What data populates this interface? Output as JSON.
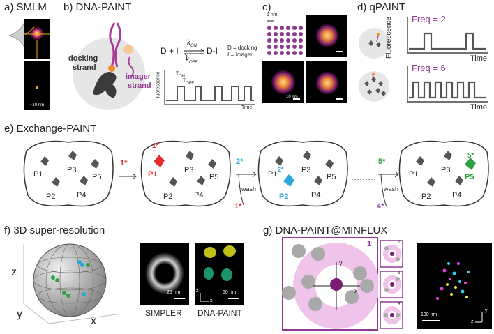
{
  "panels": {
    "a": {
      "title": "a) SMLM",
      "scale_label": "~10 nm"
    },
    "b": {
      "title": "b) DNA-PAINT",
      "docking_label_1": "docking",
      "docking_label_2": "strand",
      "imager_label_1": "imager",
      "imager_label_2": "strand",
      "reaction_left": "D + I",
      "reaction_right": "D-I",
      "k_on": "k",
      "k_on_sub": "ON",
      "k_off": "k",
      "k_off_sub": "OFF",
      "legend_d": "D = docking",
      "legend_i": "I =  imager",
      "tau_on": "τ",
      "tau_on_sub": "ON",
      "tau_off": "τ",
      "tau_off_sub": "OFF",
      "y_axis": "Fluorescence",
      "x_axis": "Time"
    },
    "c": {
      "title": "c)",
      "scale_top": "5 nm",
      "scale_bottom": "10 nm"
    },
    "d": {
      "title": "d) qPAINT",
      "freq_top": "Freq = 2",
      "freq_bottom": "Freq = 6",
      "y_axis": "Fluorescence",
      "x_axis_top": "Time",
      "x_axis_bottom": "Time"
    },
    "e": {
      "title": "e) Exchange-PAINT",
      "site_labels": [
        "P1",
        "P2",
        "P3",
        "P4",
        "P5"
      ],
      "site_numbers": [
        "1",
        "2",
        "3",
        "4",
        "5"
      ],
      "imager_1": "1*",
      "imager_2": "2*",
      "imager_4": "4*",
      "imager_5": "5*",
      "wash": "wash"
    },
    "f": {
      "title": "f)   3D super-resolution",
      "axis_z": "z",
      "axis_y": "y",
      "axis_x": "x",
      "simpler_label": "SIMPLER",
      "dnapaint_label": "DNA-PAINT",
      "scale_simpler": "25 nm",
      "scale_dnapaint": "50 nm",
      "inset_z": "z",
      "inset_x": "x"
    },
    "g": {
      "title": "g) DNA-PAINT@MINFLUX",
      "big_number": "1",
      "axis_y": "y",
      "axis_x": "x",
      "inset_numbers": [
        "2",
        "3",
        "4"
      ],
      "scale": "100 nm",
      "axis_y2": "y",
      "axis_z2": "z"
    }
  },
  "colors": {
    "purple": "#8e3a91",
    "pink_ring": "#e7b2e2",
    "red": "#e22b2b",
    "cyan": "#2aa7d6",
    "green": "#2ea043",
    "violet": "#8e44ad",
    "orange": "#ee8b2e",
    "gray_protein": "#4a4a4a"
  }
}
